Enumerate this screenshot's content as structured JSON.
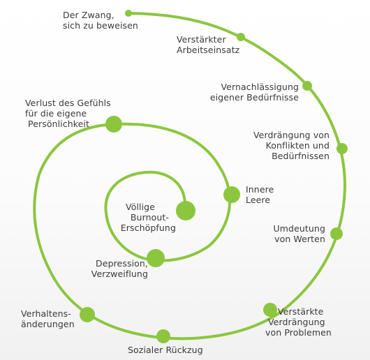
{
  "diagram": {
    "accent_color": "#8cc63f",
    "stages": [
      {
        "lines": [
          "Der Zwang,",
          "sich zu beweisen"
        ]
      },
      {
        "lines": [
          "Verstärkter",
          "Arbeitseinsatz"
        ]
      },
      {
        "lines": [
          "Vernachlässigung",
          "eigener Bedürfnisse"
        ]
      },
      {
        "lines": [
          "Verdrängung von",
          "Konflikten und",
          "Bedürfnissen"
        ]
      },
      {
        "lines": [
          "Umdeutung",
          "von Werten"
        ]
      },
      {
        "lines": [
          "Verstärkte",
          "Verdrängung",
          "von Problemen"
        ]
      },
      {
        "lines": [
          "Sozialer Rückzug"
        ]
      },
      {
        "lines": [
          "Verhaltens-",
          "änderungen"
        ]
      },
      {
        "lines": [
          "Verlust des Gefühls",
          "für die eigene",
          "Persönlichkeit"
        ]
      },
      {
        "lines": [
          "Innere",
          "Leere"
        ]
      },
      {
        "lines": [
          "Depression,",
          "Verzweiflung"
        ]
      },
      {
        "lines": [
          "Völlige",
          "Burnout-",
          "Erschöpfung"
        ]
      }
    ]
  }
}
